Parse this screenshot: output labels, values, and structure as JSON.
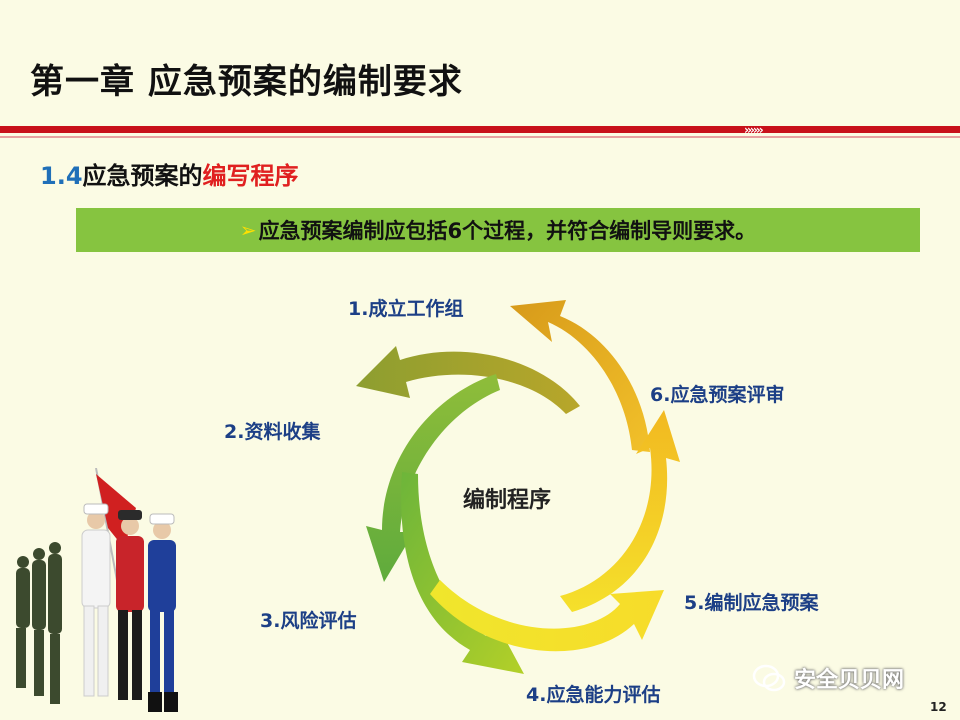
{
  "slide": {
    "title": "第一章 应急预案的编制要求",
    "subtitle": {
      "number": "1.4",
      "text": "应急预案的",
      "highlight": "编写程序"
    },
    "banner": {
      "marker": "➢",
      "text": "应急预案编制应包括6个过程，并符合编制导则要求。"
    },
    "cycle": {
      "center": "编制程序",
      "steps": [
        {
          "label": "1.成立工作组",
          "color": "#e2a620"
        },
        {
          "label": "2.资料收集",
          "color": "#9ea830"
        },
        {
          "label": "3.风险评估",
          "color": "#6fb23a"
        },
        {
          "label": "4.应急能力评估",
          "color": "#9cc828"
        },
        {
          "label": "5.编制应急预案",
          "color": "#f6e22c"
        },
        {
          "label": "6.应急预案评审",
          "color": "#f3c623"
        }
      ]
    },
    "watermark": "安全贝贝网",
    "page_number": "12",
    "colors": {
      "title_rule": "#c8101a",
      "banner": "#86c440",
      "subtitle_highlight": "#e02020",
      "step_label": "#1c3f86"
    }
  }
}
